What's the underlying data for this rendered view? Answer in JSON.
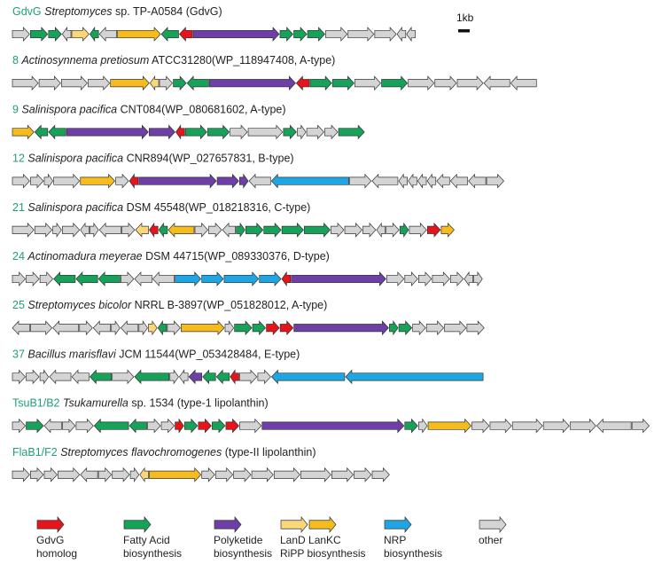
{
  "colors": {
    "red": "#e8141b",
    "green": "#17a25a",
    "purple": "#6e3fa6",
    "yellow": "#f6bb1c",
    "lightyellow": "#fbd77a",
    "blue": "#1ea6e4",
    "grey": "#d4d4d4",
    "label_id": "#1f9e78"
  },
  "scale_bar": {
    "label": "1kb"
  },
  "clusters": [
    {
      "id": "GdvG",
      "species": "Streptomyces",
      "strain": "sp. TP-A0584 (GdvG)",
      "genes": [
        [
          "f",
          4,
          "grey"
        ],
        [
          "f",
          4,
          "green"
        ],
        [
          "f",
          3,
          "green"
        ],
        [
          "r",
          2,
          "grey"
        ],
        [
          "f",
          4,
          "lightyellow"
        ],
        [
          "r",
          2,
          "green"
        ],
        [
          "r",
          4,
          "grey"
        ],
        [
          "f",
          10,
          "yellow"
        ],
        [
          "r",
          4,
          "green"
        ],
        [
          "r",
          3,
          "red"
        ],
        [
          "f",
          20,
          "purple"
        ],
        [
          "f",
          3,
          "green"
        ],
        [
          "f",
          3,
          "green"
        ],
        [
          "f",
          4,
          "green"
        ],
        [
          "f",
          5,
          "grey"
        ],
        [
          "f",
          6,
          "grey"
        ],
        [
          "f",
          5,
          "grey"
        ],
        [
          "r",
          2,
          "grey"
        ],
        [
          "r",
          2,
          "grey"
        ]
      ]
    },
    {
      "id": "8",
      "species": "Actinosynnema pretiosum",
      "strain": "ATCC31280(WP_118947408, A-type)",
      "genes": [
        [
          "f",
          6,
          "grey"
        ],
        [
          "f",
          5,
          "grey"
        ],
        [
          "f",
          6,
          "grey"
        ],
        [
          "f",
          5,
          "grey"
        ],
        [
          "f",
          9,
          "yellow"
        ],
        [
          "r",
          2,
          "lightyellow"
        ],
        [
          "f",
          3,
          "grey"
        ],
        [
          "f",
          3,
          "green"
        ],
        [
          "r",
          5,
          "green"
        ],
        [
          "f",
          20,
          "purple"
        ],
        [
          "r",
          3,
          "red"
        ],
        [
          "f",
          5,
          "green"
        ],
        [
          "f",
          5,
          "green"
        ],
        [
          "f",
          6,
          "grey"
        ],
        [
          "f",
          6,
          "green"
        ],
        [
          "f",
          6,
          "grey"
        ],
        [
          "f",
          5,
          "grey"
        ],
        [
          "f",
          6,
          "grey"
        ],
        [
          "r",
          6,
          "grey"
        ],
        [
          "r",
          6,
          "grey"
        ]
      ]
    },
    {
      "id": "9",
      "species": "Salinispora pacifica",
      "strain": "CNT084(WP_080681602, A-type)",
      "genes": [
        [
          "f",
          5,
          "yellow"
        ],
        [
          "r",
          3,
          "green"
        ],
        [
          "r",
          4,
          "green"
        ],
        [
          "f",
          19,
          "purple"
        ],
        [
          "f",
          6,
          "purple"
        ],
        [
          "r",
          2,
          "red"
        ],
        [
          "f",
          5,
          "green"
        ],
        [
          "f",
          5,
          "green"
        ],
        [
          "f",
          4,
          "grey"
        ],
        [
          "f",
          8,
          "grey"
        ],
        [
          "f",
          3,
          "green"
        ],
        [
          "f",
          2,
          "grey"
        ],
        [
          "f",
          4,
          "grey"
        ],
        [
          "f",
          3,
          "grey"
        ],
        [
          "f",
          6,
          "green"
        ]
      ]
    },
    {
      "id": "12",
      "species": "Salinispora pacifica",
      "strain": "CNR894(WP_027657831, B-type)",
      "genes": [
        [
          "f",
          4,
          "grey"
        ],
        [
          "f",
          3,
          "grey"
        ],
        [
          "f",
          2,
          "grey"
        ],
        [
          "f",
          6,
          "grey"
        ],
        [
          "f",
          8,
          "yellow"
        ],
        [
          "f",
          3,
          "grey"
        ],
        [
          "r",
          2,
          "red"
        ],
        [
          "f",
          18,
          "purple"
        ],
        [
          "f",
          5,
          "purple"
        ],
        [
          "f",
          2,
          "purple"
        ],
        [
          "r",
          5,
          "grey"
        ],
        [
          "r",
          18,
          "blue"
        ],
        [
          "f",
          5,
          "grey"
        ],
        [
          "r",
          6,
          "grey"
        ],
        [
          "r",
          2,
          "grey"
        ],
        [
          "r",
          2,
          "grey"
        ],
        [
          "r",
          2,
          "grey"
        ],
        [
          "r",
          2,
          "grey"
        ],
        [
          "r",
          3,
          "grey"
        ],
        [
          "r",
          4,
          "grey"
        ],
        [
          "r",
          4,
          "grey"
        ],
        [
          "f",
          4,
          "grey"
        ]
      ]
    },
    {
      "id": "21",
      "species": "Salinispora pacifica",
      "strain": "DSM 45548(WP_018218316, C-type)",
      "genes": [
        [
          "f",
          5,
          "grey"
        ],
        [
          "f",
          4,
          "grey"
        ],
        [
          "f",
          2,
          "grey"
        ],
        [
          "f",
          4,
          "grey"
        ],
        [
          "r",
          2,
          "grey"
        ],
        [
          "f",
          2,
          "grey"
        ],
        [
          "r",
          5,
          "grey"
        ],
        [
          "f",
          3,
          "grey"
        ],
        [
          "r",
          3,
          "lightyellow"
        ],
        [
          "r",
          2,
          "red"
        ],
        [
          "r",
          2,
          "green"
        ],
        [
          "r",
          6,
          "yellow"
        ],
        [
          "f",
          3,
          "grey"
        ],
        [
          "f",
          3,
          "grey"
        ],
        [
          "r",
          3,
          "grey"
        ],
        [
          "f",
          2,
          "green"
        ],
        [
          "f",
          4,
          "green"
        ],
        [
          "f",
          4,
          "green"
        ],
        [
          "f",
          5,
          "green"
        ],
        [
          "f",
          6,
          "green"
        ],
        [
          "f",
          3,
          "grey"
        ],
        [
          "f",
          4,
          "grey"
        ],
        [
          "f",
          3,
          "grey"
        ],
        [
          "r",
          2,
          "grey"
        ],
        [
          "f",
          3,
          "grey"
        ],
        [
          "f",
          2,
          "green"
        ],
        [
          "f",
          4,
          "grey"
        ],
        [
          "f",
          3,
          "red"
        ],
        [
          "f",
          3,
          "yellow"
        ]
      ]
    },
    {
      "id": "24",
      "species": "Actinomadura meyerae",
      "strain": "DSM 44715(WP_089330376, D-type)",
      "genes": [
        [
          "f",
          3,
          "grey"
        ],
        [
          "f",
          3,
          "grey"
        ],
        [
          "f",
          3,
          "grey"
        ],
        [
          "r",
          5,
          "green"
        ],
        [
          "r",
          5,
          "green"
        ],
        [
          "r",
          5,
          "green"
        ],
        [
          "f",
          3,
          "grey"
        ],
        [
          "r",
          4,
          "grey"
        ],
        [
          "r",
          5,
          "grey"
        ],
        [
          "f",
          6,
          "blue"
        ],
        [
          "f",
          5,
          "blue"
        ],
        [
          "f",
          8,
          "blue"
        ],
        [
          "f",
          5,
          "blue"
        ],
        [
          "r",
          2,
          "red"
        ],
        [
          "f",
          22,
          "purple"
        ],
        [
          "f",
          4,
          "grey"
        ],
        [
          "f",
          3,
          "grey"
        ],
        [
          "f",
          3,
          "grey"
        ],
        [
          "f",
          4,
          "grey"
        ],
        [
          "f",
          3,
          "grey"
        ],
        [
          "r",
          2,
          "grey"
        ],
        [
          "f",
          2,
          "grey"
        ]
      ]
    },
    {
      "id": "25",
      "species": "Streptomyces bicolor",
      "strain": "NRRL B-3897(WP_051828012, A-type)",
      "genes": [
        [
          "r",
          4,
          "grey"
        ],
        [
          "f",
          5,
          "grey"
        ],
        [
          "r",
          6,
          "grey"
        ],
        [
          "f",
          3,
          "grey"
        ],
        [
          "r",
          4,
          "grey"
        ],
        [
          "f",
          2,
          "grey"
        ],
        [
          "r",
          4,
          "grey"
        ],
        [
          "f",
          2,
          "grey"
        ],
        [
          "f",
          2,
          "lightyellow"
        ],
        [
          "r",
          2,
          "green"
        ],
        [
          "f",
          3,
          "grey"
        ],
        [
          "f",
          10,
          "yellow"
        ],
        [
          "f",
          2,
          "grey"
        ],
        [
          "f",
          4,
          "green"
        ],
        [
          "f",
          3,
          "green"
        ],
        [
          "f",
          3,
          "red"
        ],
        [
          "f",
          3,
          "red"
        ],
        [
          "f",
          22,
          "purple"
        ],
        [
          "f",
          2,
          "green"
        ],
        [
          "f",
          3,
          "green"
        ],
        [
          "f",
          3,
          "grey"
        ],
        [
          "f",
          4,
          "grey"
        ],
        [
          "f",
          5,
          "grey"
        ],
        [
          "f",
          4,
          "grey"
        ]
      ]
    },
    {
      "id": "37",
      "species": "Bacillus marisflavi",
      "strain": "JCM 11544(WP_053428484, E-type)",
      "genes": [
        [
          "f",
          3,
          "grey"
        ],
        [
          "f",
          3,
          "grey"
        ],
        [
          "f",
          2,
          "grey"
        ],
        [
          "r",
          5,
          "grey"
        ],
        [
          "r",
          4,
          "grey"
        ],
        [
          "r",
          5,
          "green"
        ],
        [
          "f",
          5,
          "grey"
        ],
        [
          "r",
          8,
          "green"
        ],
        [
          "f",
          2,
          "grey"
        ],
        [
          "r",
          2,
          "grey"
        ],
        [
          "r",
          3,
          "purple"
        ],
        [
          "r",
          3,
          "green"
        ],
        [
          "r",
          3,
          "green"
        ],
        [
          "r",
          2,
          "red"
        ],
        [
          "f",
          4,
          "grey"
        ],
        [
          "f",
          3,
          "grey"
        ],
        [
          "r",
          17,
          "blue"
        ],
        [
          "r",
          32,
          "blue"
        ]
      ]
    },
    {
      "id": "TsuB1/B2",
      "species": "Tsukamurella",
      "strain": "sp. 1534 (type-1 lipolanthin)",
      "genes": [
        [
          "f",
          3,
          "grey"
        ],
        [
          "f",
          4,
          "green"
        ],
        [
          "r",
          4,
          "grey"
        ],
        [
          "f",
          3,
          "grey"
        ],
        [
          "f",
          4,
          "grey"
        ],
        [
          "r",
          8,
          "green"
        ],
        [
          "r",
          4,
          "green"
        ],
        [
          "f",
          3,
          "grey"
        ],
        [
          "f",
          3,
          "grey"
        ],
        [
          "f",
          2,
          "red"
        ],
        [
          "f",
          3,
          "green"
        ],
        [
          "f",
          3,
          "red"
        ],
        [
          "f",
          3,
          "green"
        ],
        [
          "f",
          3,
          "red"
        ],
        [
          "f",
          5,
          "grey"
        ],
        [
          "f",
          33,
          "purple"
        ],
        [
          "f",
          3,
          "green"
        ],
        [
          "f",
          2,
          "grey"
        ],
        [
          "f",
          10,
          "yellow"
        ],
        [
          "f",
          4,
          "grey"
        ],
        [
          "f",
          5,
          "grey"
        ],
        [
          "f",
          7,
          "grey"
        ],
        [
          "f",
          6,
          "grey"
        ],
        [
          "f",
          6,
          "grey"
        ],
        [
          "r",
          8,
          "grey"
        ],
        [
          "f",
          4,
          "grey"
        ]
      ]
    },
    {
      "id": "FlaB1/F2",
      "species": "Streptomyces flavochromogenes",
      "strain": "(type-II lipolanthin)",
      "genes": [
        [
          "f",
          4,
          "grey"
        ],
        [
          "f",
          3,
          "grey"
        ],
        [
          "f",
          3,
          "grey"
        ],
        [
          "f",
          5,
          "grey"
        ],
        [
          "r",
          4,
          "grey"
        ],
        [
          "f",
          3,
          "grey"
        ],
        [
          "f",
          4,
          "grey"
        ],
        [
          "f",
          2,
          "grey"
        ],
        [
          "r",
          2,
          "lightyellow"
        ],
        [
          "f",
          12,
          "yellow"
        ],
        [
          "f",
          3,
          "grey"
        ],
        [
          "f",
          4,
          "grey"
        ],
        [
          "f",
          4,
          "grey"
        ],
        [
          "f",
          5,
          "grey"
        ],
        [
          "f",
          6,
          "grey"
        ],
        [
          "f",
          7,
          "grey"
        ],
        [
          "f",
          5,
          "grey"
        ],
        [
          "f",
          4,
          "grey"
        ],
        [
          "f",
          4,
          "grey"
        ]
      ]
    }
  ],
  "legend": [
    {
      "color": "red",
      "label": "GdvG",
      "label2": "homolog"
    },
    {
      "color": "green",
      "label": "Fatty Acid",
      "label2": "biosynthesis"
    },
    {
      "color": "purple",
      "label": "Polyketide",
      "label2": "biosynthesis"
    },
    {
      "color": "lanthipeptide",
      "label": "LanD LanKC",
      "label2": "RiPP biosynthesis"
    },
    {
      "color": "blue",
      "label": "NRP",
      "label2": "biosynthesis"
    },
    {
      "color": "grey",
      "label": "other",
      "label2": ""
    }
  ]
}
